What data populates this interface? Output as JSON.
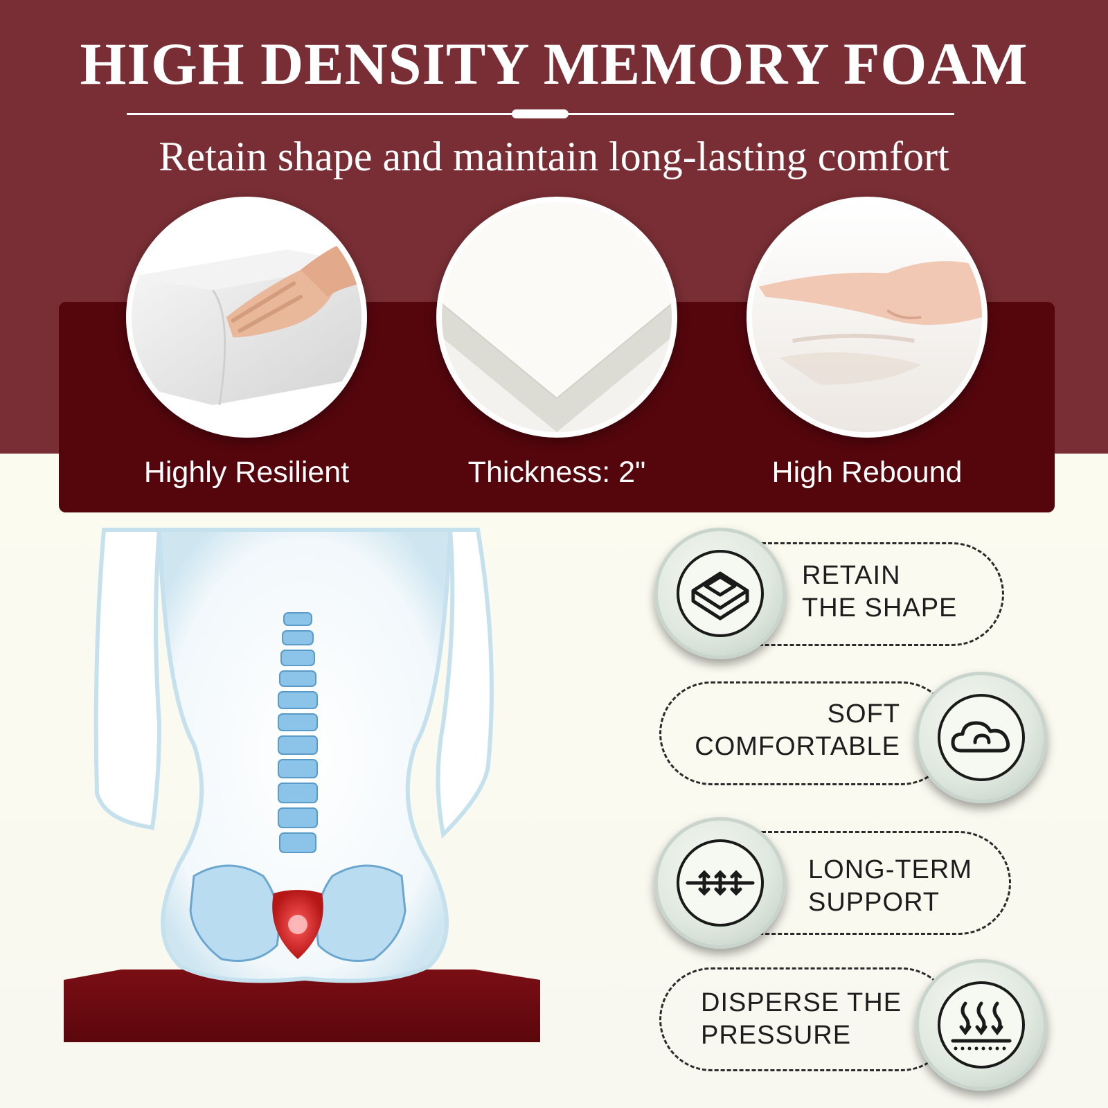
{
  "header": {
    "title": "HIGH DENSITY MEMORY FOAM",
    "subtitle": "Retain shape and maintain long-lasting comfort"
  },
  "features": [
    {
      "label": "Highly Resilient",
      "image": "hand-pressing-foam-block"
    },
    {
      "label": "Thickness: 2\"",
      "image": "foam-slab-corner"
    },
    {
      "label": "High Rebound",
      "image": "hand-print-memory-foam"
    }
  ],
  "illustration": {
    "name": "seated-body-spine-on-cushion"
  },
  "benefits": [
    {
      "line1": "RETAIN",
      "line2": "THE SHAPE",
      "icon": "layered-cube-icon"
    },
    {
      "line1": "SOFT",
      "line2": "COMFORTABLE",
      "icon": "cloud-icon"
    },
    {
      "line1": "LONG-TERM",
      "line2": "SUPPORT",
      "icon": "support-arrows-icon"
    },
    {
      "line1": "DISPERSE THE",
      "line2": "PRESSURE",
      "icon": "heat-waves-icon"
    }
  ],
  "colors": {
    "top_band": "#782e34",
    "panel": "#55060d",
    "background": "#fbfbf2",
    "cushion": "#6a0a10",
    "spine_blue": "#8cc3e8",
    "pelvis_red": "#d62828"
  }
}
